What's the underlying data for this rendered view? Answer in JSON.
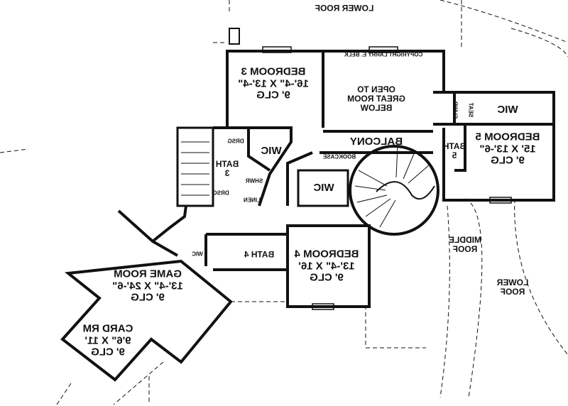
{
  "copyright": "COPYRIGHT LARRY E. BELK",
  "rooms": {
    "bedroom3": {
      "name": "BEDROOM 3",
      "size": "16'-4\" X 13'-4\"",
      "ceiling": "9' CLG"
    },
    "open_to": {
      "line1": "OPEN TO",
      "line2": "GREAT ROOM",
      "line3": "BELOW"
    },
    "balcony": "BALCONY",
    "bookcase": "BOOKCASE",
    "bedroom5": {
      "name": "BEDROOM 5",
      "size": "15' X 13'-6\"",
      "ceiling": "9' CLG"
    },
    "wic5": "WIC",
    "shwr5": "SHWR",
    "seat5": "SEAT",
    "bath5": {
      "line1": "BATH",
      "line2": "5"
    },
    "wic3": "WIC",
    "wic_center": "WIC",
    "drsg_a": "DRSG",
    "drsg_b": "DRSG",
    "bath3": {
      "line1": "BATH",
      "line2": "3"
    },
    "shwr3": "SHWR",
    "linen": "LINEN",
    "bedroom4": {
      "name": "BEDROOM 4",
      "size": "13'-4\" X 16'",
      "ceiling": "9' CLG"
    },
    "bath4": "BATH 4",
    "wic4": "WIC",
    "game_room": {
      "name": "GAME ROOM",
      "size": "13'-4\" X 24'-6\"",
      "ceiling": "9' CLG"
    },
    "card_rm": {
      "name": "CARD RM",
      "size": "9'6\" X 11'",
      "ceiling": "9' CLG"
    }
  },
  "roofs": {
    "lower_top": "LOWER ROOF",
    "middle": {
      "line1": "MIDDLE",
      "line2": "ROOF"
    },
    "lower_right": {
      "line1": "LOWER",
      "line2": "ROOF"
    }
  }
}
